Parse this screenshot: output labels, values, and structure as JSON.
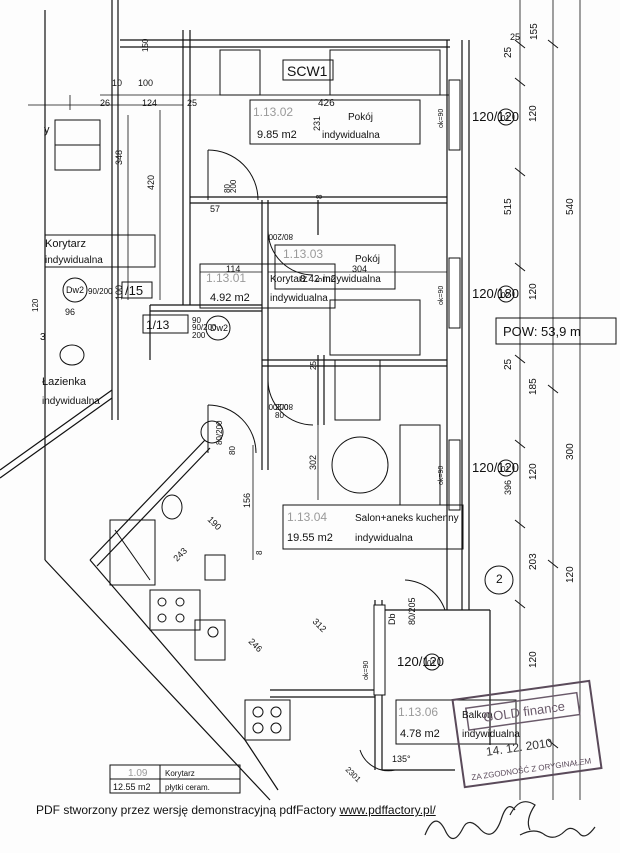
{
  "rooms": [
    {
      "id": "1.13.02",
      "area": "9.85 m2",
      "name": "Pokój",
      "type": "indywidualna"
    },
    {
      "id": "1.13.03",
      "area": "8.42 m2",
      "name": "Pokój",
      "type": "indywidualna"
    },
    {
      "id": "1.13.01",
      "area": "4.92 m2",
      "name": "Korytarz",
      "type": "indywidualna"
    },
    {
      "id": "1.13.04",
      "area": "19.55 m2",
      "name": "Salon+aneks kuchenny",
      "type": "indywidualna"
    },
    {
      "id": "1.13.06",
      "area": "4.78 m2",
      "name": "Balkon",
      "type": "indywidualna"
    },
    {
      "id": "1.09",
      "area": "12.55 m2",
      "name": "Korytarz",
      "type": "płytki ceram."
    }
  ],
  "side_rooms": {
    "korytarz_label": "Korytarz",
    "korytarz_type": "indywidualna",
    "lazienka_label": "Łazienka",
    "lazienka_type": "indywidualna",
    "room_y": "y"
  },
  "tags": {
    "scw": "SCW1",
    "pow": "POW: 53,9 m",
    "stair": "/15",
    "door_main": "1/13",
    "dw2": "Dw2",
    "dw2_size": "90/200",
    "dw2_size_b": "90/200",
    "db": "Db",
    "db_size": "80/205",
    "tmp": "Dw2"
  },
  "windows": [
    {
      "label": "120/120",
      "code": "01",
      "sill": "ok=90"
    },
    {
      "label": "120/180",
      "code": "02",
      "sill": "ok=90"
    },
    {
      "label": "120/120",
      "code": "01",
      "sill": "ok=90"
    },
    {
      "label": "120/120",
      "code": "01",
      "sill": "ok=90"
    }
  ],
  "dims": {
    "right": [
      "155",
      "25",
      "120",
      "515",
      "540",
      "120",
      "25",
      "185",
      "300",
      "396",
      "120",
      "203",
      "120",
      "120",
      "2"
    ],
    "interior": [
      "426",
      "231",
      "25",
      "10",
      "124",
      "26",
      "25",
      "100",
      "150",
      "348",
      "420",
      "57",
      "200",
      "80",
      "8",
      "114",
      "304",
      "5",
      "100",
      "96",
      "90",
      "200",
      "25",
      "302",
      "156",
      "190",
      "243",
      "246",
      "312",
      "2301",
      "135°",
      "3",
      "120",
      "80",
      "8",
      "200",
      "80"
    ]
  },
  "door_labels": [
    "80/200",
    "80/200",
    "80/200"
  ],
  "stamp": {
    "brand": "GOLD finance",
    "date": "14. 12. 2010",
    "text": "ZA ZGODNOŚĆ Z ORYGINAŁEM"
  },
  "footer": {
    "text": "PDF stworzony przez wersję demonstracyjną pdfFactory",
    "link": "www.pdffactory.pl/"
  }
}
